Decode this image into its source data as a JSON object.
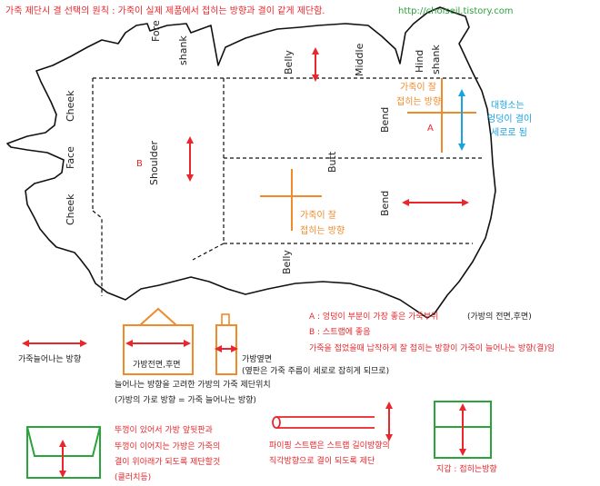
{
  "header": {
    "title": "가죽 제단시 결 선택의 원칙 : 가죽이 실제 제품에서 접히는 방향과 결이 같게 제단함.",
    "url": "http://choiseil.tistory.com"
  },
  "hide_labels": {
    "fore_shank": [
      "Fore",
      "shank"
    ],
    "belly_top": "Belly",
    "middle": "Middle",
    "hind_shank": [
      "Hind",
      "shank"
    ],
    "cheek_top": "Cheek",
    "face": "Face",
    "cheek_bottom": "Cheek",
    "shoulder": "Shoulder",
    "butt": "Butt",
    "bend_top": "Bend",
    "bend_bottom": "Bend",
    "belly_bottom": "Belly"
  },
  "annotations": {
    "fold_top": [
      "가죽이 잘",
      "접히는 방향"
    ],
    "fold_middle": [
      "가죽이 잘",
      "접히는 방향"
    ],
    "marker_a": "A",
    "marker_b": "B",
    "grain_note": [
      "대형소는",
      "엉덩이 결이",
      "세로로 됨"
    ]
  },
  "notes": {
    "a_label": "A : 엉덩이 부분이 가장 좋은 가죽부위",
    "a_suffix": "(가방의 전면,후면)",
    "b_label": "B : 스트랩에 좋음",
    "fold_rule": "가죽을 접었을때 납작하게 잘 접히는 방향이 가죽이 늘어나는 방향(결)임"
  },
  "legend": {
    "stretch_label": "가죽늘어나는 방향",
    "bag_front_label": "가방전면,후면",
    "bag_side_label": "가방옆면",
    "bag_side_note": "(옆판은 가죽 주름이 세로로 잡히게 되므로)",
    "cut_position": "늘어나는 방향을 고려한 가방의 가죽 제단위치",
    "cut_equation": "(가방의 가로 방향 = 가죽 늘어나는 방향)"
  },
  "flap_note": [
    "뚜껑이 있어서 가방 앞뒷판과",
    "뚜껑이 이어지는 가방은 가죽의",
    "결이 위아래가 되도록 제단할것",
    "(클러치등)"
  ],
  "piping_note": [
    "파이핑 스트랩은 스트랩 길이방향의",
    "직각방향으로 결이 되도록 제단"
  ],
  "wallet_note": "지갑 : 접히는방향",
  "colors": {
    "red": "#e8262b",
    "orange": "#f08a2a",
    "blue": "#1ba3e0",
    "green": "#2aa33a",
    "outline": "#111111"
  }
}
